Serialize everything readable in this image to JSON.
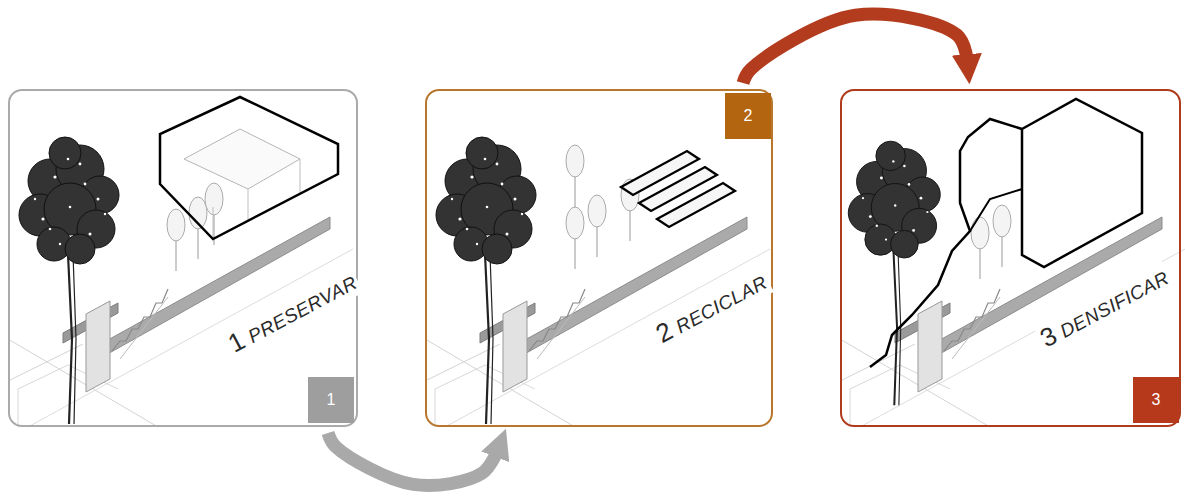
{
  "diagram": {
    "nodes": [
      {
        "text": [
          "1 PRESERVAR"
        ]
      },
      {
        "text": [
          "1"
        ],
        "in": 0
      },
      {
        "text": [
          "2 RECICLAR"
        ]
      },
      {
        "text": [
          "2"
        ],
        "in": 2
      },
      {
        "text": [
          "3 DENSIFICAR"
        ]
      },
      {
        "text": [
          "3"
        ],
        "in": 4
      }
    ],
    "edges": [
      {
        "from": 0,
        "to": 2,
        "arrow": "to"
      },
      {
        "from": 2,
        "to": 4,
        "arrow": "to"
      }
    ]
  }
}
